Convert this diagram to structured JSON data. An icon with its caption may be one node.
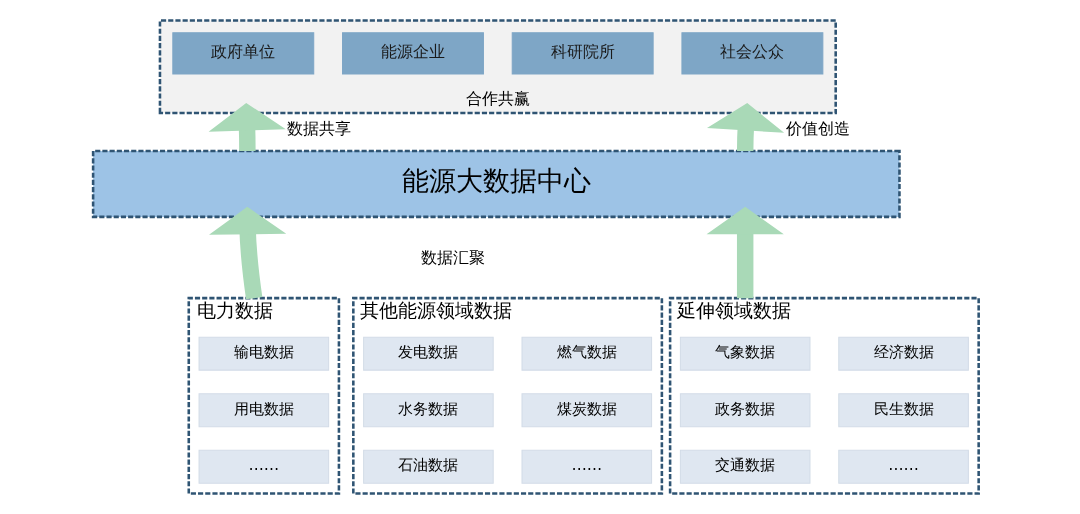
{
  "diagram": {
    "nodes": [
      {
        "text": [
          "合作共赢"
        ]
      },
      {
        "text": [
          "政府单位"
        ],
        "in": 0
      },
      {
        "text": [
          "能源企业"
        ],
        "in": 0
      },
      {
        "text": [
          "科研院所"
        ],
        "in": 0
      },
      {
        "text": [
          "社会公众"
        ],
        "in": 0
      },
      {
        "text": [
          "能源大数据中心"
        ]
      },
      {
        "text": [
          "电力数据"
        ]
      },
      {
        "text": [
          "输电数据"
        ],
        "in": 6
      },
      {
        "text": [
          "用电数据"
        ],
        "in": 6
      },
      {
        "text": [
          "……"
        ],
        "in": 6
      },
      {
        "text": [
          "其他能源领域数据"
        ]
      },
      {
        "text": [
          "发电数据"
        ],
        "in": 10
      },
      {
        "text": [
          "燃气数据"
        ],
        "in": 10
      },
      {
        "text": [
          "水务数据"
        ],
        "in": 10
      },
      {
        "text": [
          "煤炭数据"
        ],
        "in": 10
      },
      {
        "text": [
          "石油数据"
        ],
        "in": 10
      },
      {
        "text": [
          "……"
        ],
        "in": 10
      },
      {
        "text": [
          "延伸领域数据"
        ]
      },
      {
        "text": [
          "气象数据"
        ],
        "in": 17
      },
      {
        "text": [
          "经济数据"
        ],
        "in": 17
      },
      {
        "text": [
          "政务数据"
        ],
        "in": 17
      },
      {
        "text": [
          "民生数据"
        ],
        "in": 17
      },
      {
        "text": [
          "交通数据"
        ],
        "in": 17
      },
      {
        "text": [
          "……"
        ],
        "in": 17
      }
    ],
    "edges": [
      {
        "from": 5,
        "to": 0,
        "arrow": "to",
        "label": "数据共享"
      },
      {
        "from": 5,
        "to": 0,
        "arrow": "to",
        "label": "价值创造"
      },
      {
        "from": 6,
        "to": 5,
        "arrow": "to"
      },
      {
        "from": 17,
        "to": 5,
        "arrow": "to"
      }
    ],
    "labels": [
      "数据汇聚"
    ]
  }
}
